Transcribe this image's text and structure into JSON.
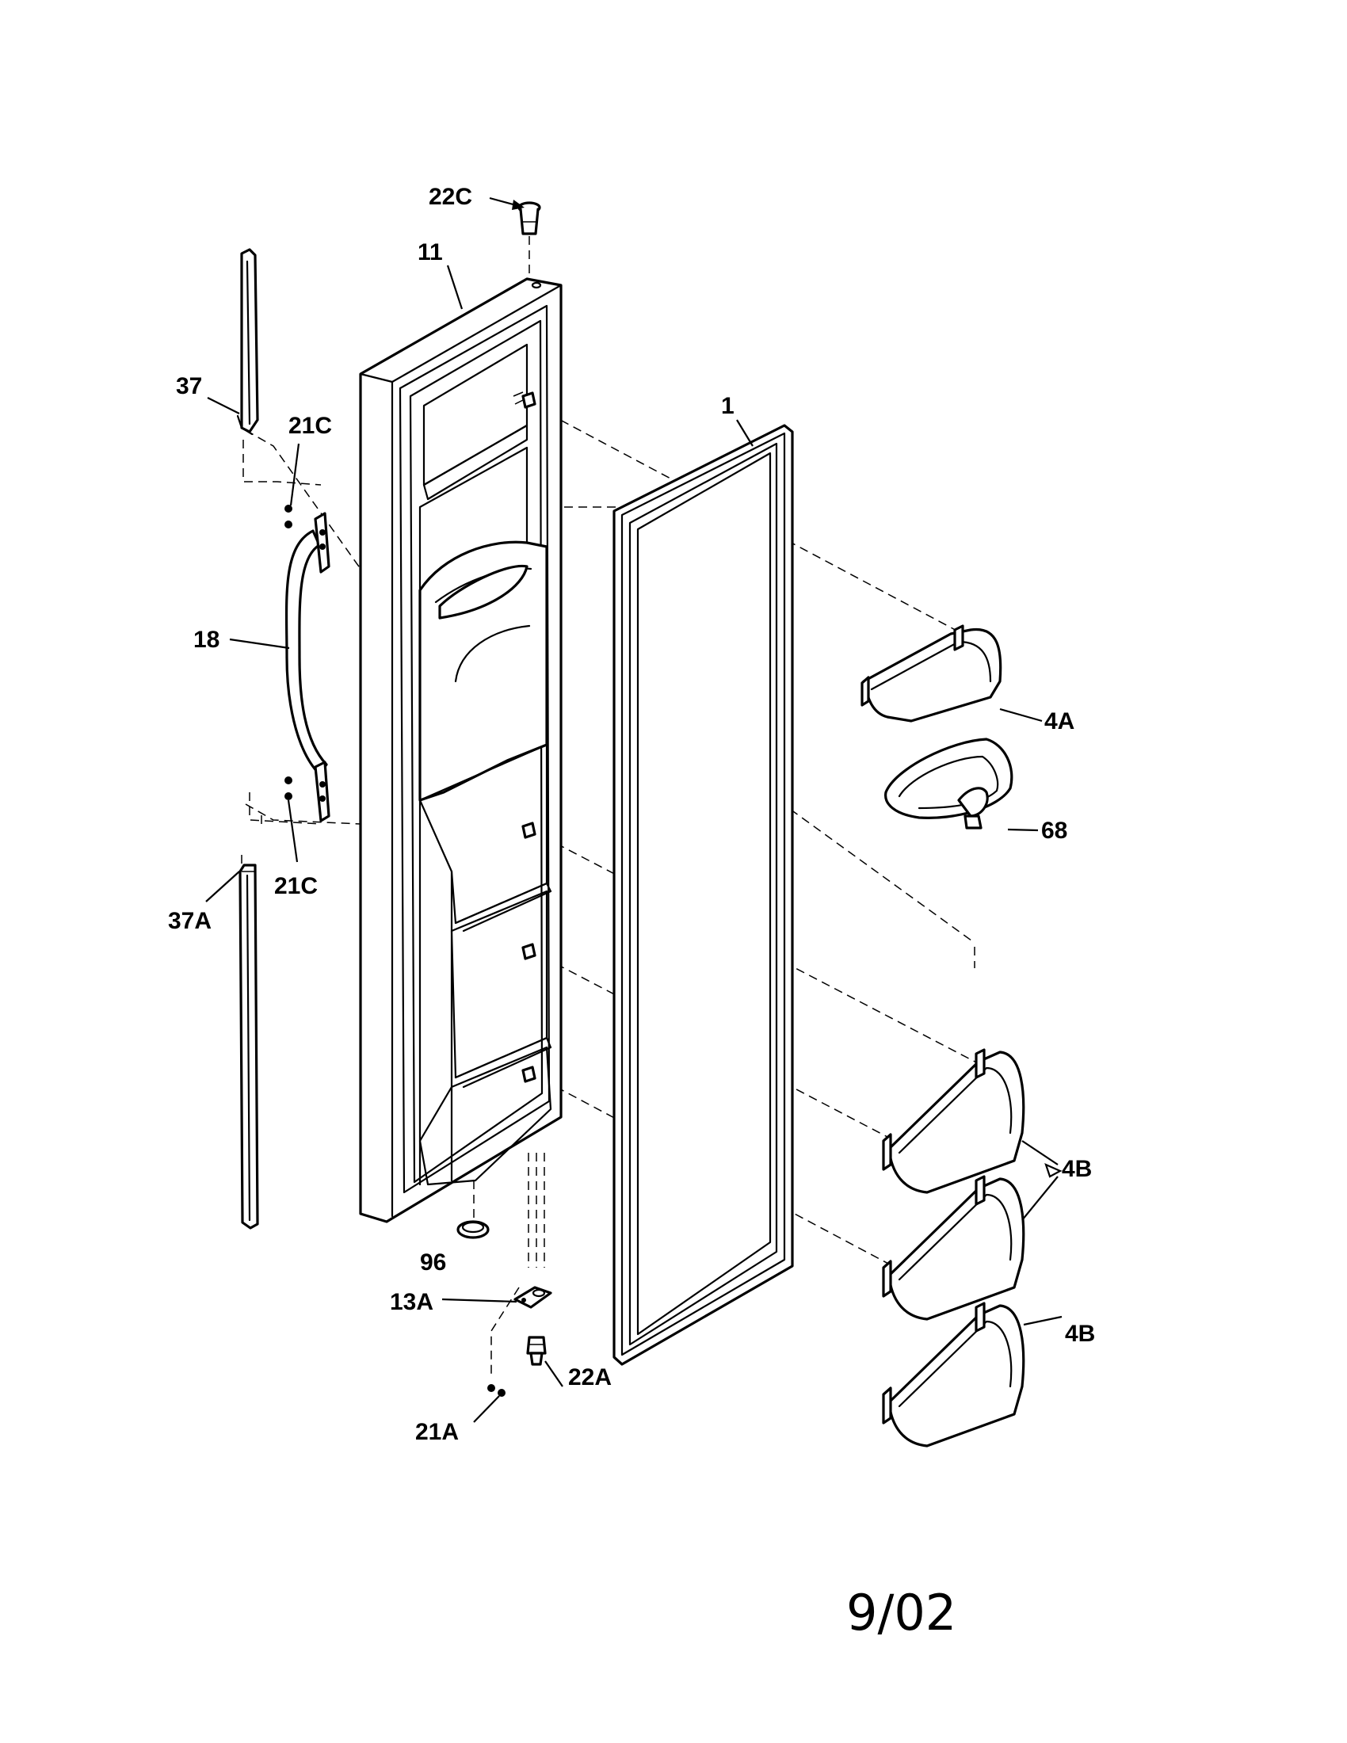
{
  "callouts": {
    "c22c": "22C",
    "c11": "11",
    "c37": "37",
    "c21c_top": "21C",
    "c1": "1",
    "c18": "18",
    "c4a": "4A",
    "c68": "68",
    "c21c_bottom": "21C",
    "c37a": "37A",
    "c4b_pair": "4B",
    "c4b_single": "4B",
    "c96": "96",
    "c13a": "13A",
    "c22a": "22A",
    "c21a": "21A"
  },
  "revision_date": "9/02"
}
